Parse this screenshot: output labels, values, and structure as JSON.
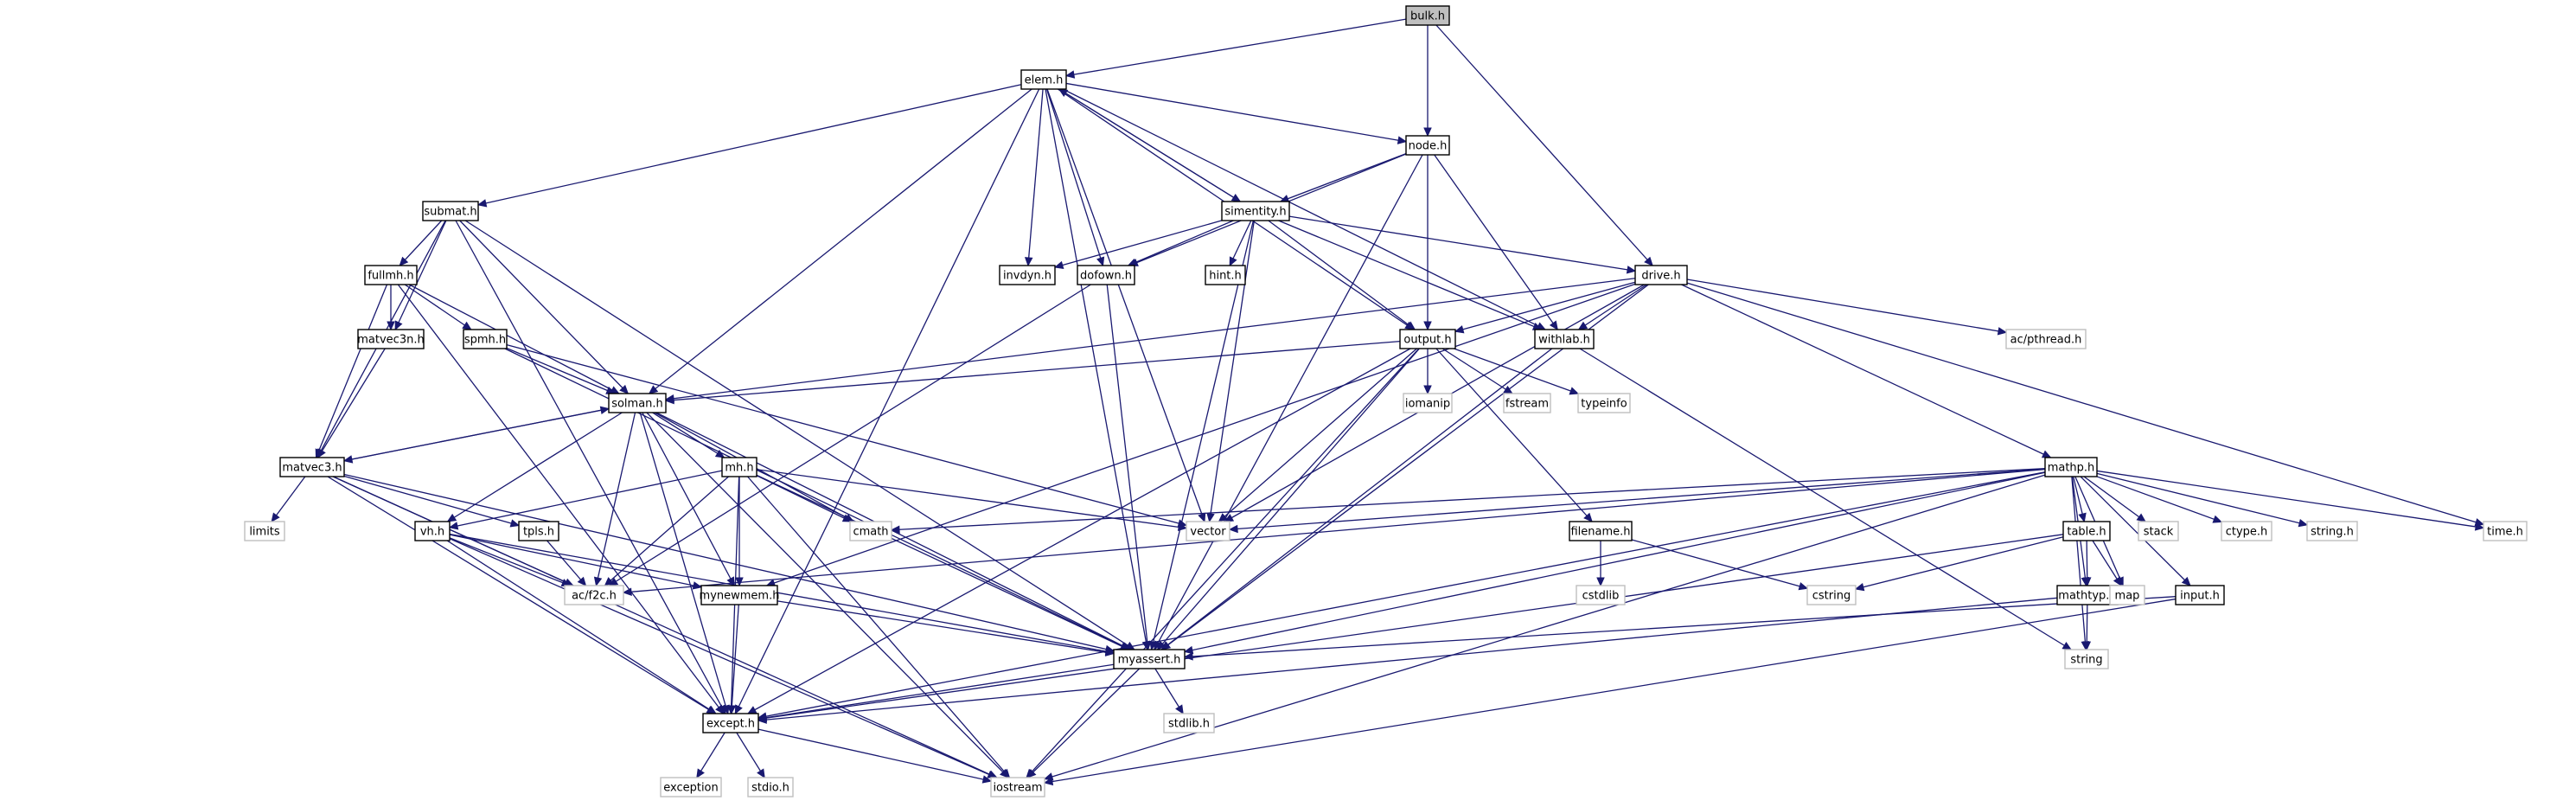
{
  "diagram": {
    "nodes": [
      {
        "id": "bulk_h",
        "label": "bulk.h",
        "kind": "root"
      },
      {
        "id": "elem_h",
        "label": "elem.h",
        "kind": "local"
      },
      {
        "id": "node_h",
        "label": "node.h",
        "kind": "local"
      },
      {
        "id": "drive_h",
        "label": "drive.h",
        "kind": "local"
      },
      {
        "id": "submat_h",
        "label": "submat.h",
        "kind": "local"
      },
      {
        "id": "simentity_h",
        "label": "simentity.h",
        "kind": "local"
      },
      {
        "id": "fullmh_h",
        "label": "fullmh.h",
        "kind": "local"
      },
      {
        "id": "invdyn_h",
        "label": "invdyn.h",
        "kind": "local"
      },
      {
        "id": "dofown_h",
        "label": "dofown.h",
        "kind": "local"
      },
      {
        "id": "hint_h",
        "label": "hint.h",
        "kind": "local"
      },
      {
        "id": "matvec3n_h",
        "label": "matvec3n.h",
        "kind": "local"
      },
      {
        "id": "spmh_h",
        "label": "spmh.h",
        "kind": "local"
      },
      {
        "id": "output_h",
        "label": "output.h",
        "kind": "local"
      },
      {
        "id": "withlab_h",
        "label": "withlab.h",
        "kind": "local"
      },
      {
        "id": "ac_pthread_h",
        "label": "ac/pthread.h",
        "kind": "sys"
      },
      {
        "id": "solman_h",
        "label": "solman.h",
        "kind": "local"
      },
      {
        "id": "iomanip",
        "label": "iomanip",
        "kind": "sys"
      },
      {
        "id": "fstream",
        "label": "fstream",
        "kind": "sys"
      },
      {
        "id": "typeinfo",
        "label": "typeinfo",
        "kind": "sys"
      },
      {
        "id": "matvec3_h",
        "label": "matvec3.h",
        "kind": "local"
      },
      {
        "id": "mh_h",
        "label": "mh.h",
        "kind": "local"
      },
      {
        "id": "mathp_h",
        "label": "mathp.h",
        "kind": "local"
      },
      {
        "id": "limits",
        "label": "limits",
        "kind": "sys"
      },
      {
        "id": "vh_h",
        "label": "vh.h",
        "kind": "local"
      },
      {
        "id": "tpls_h",
        "label": "tpls.h",
        "kind": "local"
      },
      {
        "id": "cmath",
        "label": "cmath",
        "kind": "sys"
      },
      {
        "id": "vector",
        "label": "vector",
        "kind": "sys"
      },
      {
        "id": "filename_h",
        "label": "filename.h",
        "kind": "local"
      },
      {
        "id": "table_h",
        "label": "table.h",
        "kind": "local"
      },
      {
        "id": "stack",
        "label": "stack",
        "kind": "sys"
      },
      {
        "id": "ctype_h",
        "label": "ctype.h",
        "kind": "sys"
      },
      {
        "id": "string_h",
        "label": "string.h",
        "kind": "sys"
      },
      {
        "id": "time_h",
        "label": "time.h",
        "kind": "sys"
      },
      {
        "id": "ac_f2c_h",
        "label": "ac/f2c.h",
        "kind": "sys"
      },
      {
        "id": "mynewmem_h",
        "label": "mynewmem.h",
        "kind": "local"
      },
      {
        "id": "cstdlib",
        "label": "cstdlib",
        "kind": "sys"
      },
      {
        "id": "cstring",
        "label": "cstring",
        "kind": "sys"
      },
      {
        "id": "mathtyp_h",
        "label": "mathtyp.h",
        "kind": "local"
      },
      {
        "id": "map",
        "label": "map",
        "kind": "sys"
      },
      {
        "id": "input_h",
        "label": "input.h",
        "kind": "local"
      },
      {
        "id": "myassert_h",
        "label": "myassert.h",
        "kind": "local"
      },
      {
        "id": "string",
        "label": "string",
        "kind": "sys"
      },
      {
        "id": "stdlib_h",
        "label": "stdlib.h",
        "kind": "sys"
      },
      {
        "id": "except_h",
        "label": "except.h",
        "kind": "local"
      },
      {
        "id": "exception",
        "label": "exception",
        "kind": "sys"
      },
      {
        "id": "stdio_h",
        "label": "stdio.h",
        "kind": "sys"
      },
      {
        "id": "iostream",
        "label": "iostream",
        "kind": "sys"
      }
    ],
    "edges": [
      [
        "bulk_h",
        "elem_h"
      ],
      [
        "bulk_h",
        "node_h"
      ],
      [
        "bulk_h",
        "drive_h"
      ],
      [
        "elem_h",
        "except_h"
      ],
      [
        "elem_h",
        "submat_h"
      ],
      [
        "elem_h",
        "solman_h"
      ],
      [
        "elem_h",
        "vector"
      ],
      [
        "elem_h",
        "output_h"
      ],
      [
        "elem_h",
        "invdyn_h"
      ],
      [
        "elem_h",
        "dofown_h"
      ],
      [
        "elem_h",
        "simentity_h"
      ],
      [
        "elem_h",
        "myassert_h"
      ],
      [
        "elem_h",
        "node_h"
      ],
      [
        "elem_h",
        "withlab_h"
      ],
      [
        "node_h",
        "dofown_h"
      ],
      [
        "node_h",
        "simentity_h"
      ],
      [
        "node_h",
        "output_h"
      ],
      [
        "node_h",
        "withlab_h"
      ],
      [
        "node_h",
        "myassert_h"
      ],
      [
        "simentity_h",
        "elem_h"
      ],
      [
        "simentity_h",
        "invdyn_h"
      ],
      [
        "simentity_h",
        "dofown_h"
      ],
      [
        "simentity_h",
        "hint_h"
      ],
      [
        "simentity_h",
        "vector"
      ],
      [
        "simentity_h",
        "myassert_h"
      ],
      [
        "simentity_h",
        "output_h"
      ],
      [
        "simentity_h",
        "withlab_h"
      ],
      [
        "simentity_h",
        "drive_h"
      ],
      [
        "drive_h",
        "output_h"
      ],
      [
        "drive_h",
        "withlab_h"
      ],
      [
        "drive_h",
        "ac_pthread_h"
      ],
      [
        "drive_h",
        "time_h"
      ],
      [
        "drive_h",
        "mathp_h"
      ],
      [
        "drive_h",
        "solman_h"
      ],
      [
        "drive_h",
        "vector"
      ],
      [
        "drive_h",
        "mynewmem_h"
      ],
      [
        "drive_h",
        "myassert_h"
      ],
      [
        "submat_h",
        "fullmh_h"
      ],
      [
        "submat_h",
        "matvec3n_h"
      ],
      [
        "submat_h",
        "matvec3_h"
      ],
      [
        "submat_h",
        "solman_h"
      ],
      [
        "submat_h",
        "except_h"
      ],
      [
        "submat_h",
        "myassert_h"
      ],
      [
        "fullmh_h",
        "matvec3n_h"
      ],
      [
        "fullmh_h",
        "spmh_h"
      ],
      [
        "fullmh_h",
        "solman_h"
      ],
      [
        "fullmh_h",
        "matvec3_h"
      ],
      [
        "fullmh_h",
        "except_h"
      ],
      [
        "matvec3n_h",
        "matvec3_h"
      ],
      [
        "spmh_h",
        "solman_h"
      ],
      [
        "spmh_h",
        "myassert_h"
      ],
      [
        "spmh_h",
        "vector"
      ],
      [
        "dofown_h",
        "ac_f2c_h"
      ],
      [
        "dofown_h",
        "myassert_h"
      ],
      [
        "withlab_h",
        "string"
      ],
      [
        "withlab_h",
        "myassert_h"
      ],
      [
        "output_h",
        "solman_h"
      ],
      [
        "output_h",
        "iomanip"
      ],
      [
        "output_h",
        "fstream"
      ],
      [
        "output_h",
        "typeinfo"
      ],
      [
        "output_h",
        "vector"
      ],
      [
        "output_h",
        "filename_h"
      ],
      [
        "output_h",
        "myassert_h"
      ],
      [
        "output_h",
        "except_h"
      ],
      [
        "output_h",
        "iostream"
      ],
      [
        "solman_h",
        "matvec3_h"
      ],
      [
        "solman_h",
        "mh_h"
      ],
      [
        "solman_h",
        "vh_h"
      ],
      [
        "solman_h",
        "ac_f2c_h"
      ],
      [
        "solman_h",
        "mynewmem_h"
      ],
      [
        "solman_h",
        "cmath"
      ],
      [
        "solman_h",
        "myassert_h"
      ],
      [
        "solman_h",
        "except_h"
      ],
      [
        "solman_h",
        "iostream"
      ],
      [
        "matvec3_h",
        "solman_h"
      ],
      [
        "matvec3_h",
        "limits"
      ],
      [
        "matvec3_h",
        "tpls_h"
      ],
      [
        "matvec3_h",
        "ac_f2c_h"
      ],
      [
        "matvec3_h",
        "myassert_h"
      ],
      [
        "matvec3_h",
        "except_h"
      ],
      [
        "matvec3_h",
        "iostream"
      ],
      [
        "mh_h",
        "vh_h"
      ],
      [
        "mh_h",
        "ac_f2c_h"
      ],
      [
        "mh_h",
        "mynewmem_h"
      ],
      [
        "mh_h",
        "cmath"
      ],
      [
        "mh_h",
        "vector"
      ],
      [
        "mh_h",
        "myassert_h"
      ],
      [
        "mh_h",
        "except_h"
      ],
      [
        "mh_h",
        "iostream"
      ],
      [
        "vh_h",
        "ac_f2c_h"
      ],
      [
        "vh_h",
        "mynewmem_h"
      ],
      [
        "vh_h",
        "myassert_h"
      ],
      [
        "vh_h",
        "except_h"
      ],
      [
        "vh_h",
        "iostream"
      ],
      [
        "tpls_h",
        "ac_f2c_h"
      ],
      [
        "mynewmem_h",
        "myassert_h"
      ],
      [
        "mynewmem_h",
        "except_h"
      ],
      [
        "filename_h",
        "cstdlib"
      ],
      [
        "filename_h",
        "cstring"
      ],
      [
        "mathp_h",
        "cmath"
      ],
      [
        "mathp_h",
        "vector"
      ],
      [
        "mathp_h",
        "ac_f2c_h"
      ],
      [
        "mathp_h",
        "table_h"
      ],
      [
        "mathp_h",
        "stack"
      ],
      [
        "mathp_h",
        "ctype_h"
      ],
      [
        "mathp_h",
        "string_h"
      ],
      [
        "mathp_h",
        "time_h"
      ],
      [
        "mathp_h",
        "map"
      ],
      [
        "mathp_h",
        "input_h"
      ],
      [
        "mathp_h",
        "mathtyp_h"
      ],
      [
        "mathp_h",
        "string"
      ],
      [
        "mathp_h",
        "myassert_h"
      ],
      [
        "mathp_h",
        "except_h"
      ],
      [
        "mathp_h",
        "iostream"
      ],
      [
        "table_h",
        "cstring"
      ],
      [
        "table_h",
        "mathtyp_h"
      ],
      [
        "table_h",
        "map"
      ],
      [
        "table_h",
        "except_h"
      ],
      [
        "mathtyp_h",
        "string"
      ],
      [
        "mathtyp_h",
        "except_h"
      ],
      [
        "input_h",
        "myassert_h"
      ],
      [
        "input_h",
        "iostream"
      ],
      [
        "myassert_h",
        "except_h"
      ],
      [
        "myassert_h",
        "stdlib_h"
      ],
      [
        "myassert_h",
        "iostream"
      ],
      [
        "except_h",
        "exception"
      ],
      [
        "except_h",
        "stdio_h"
      ],
      [
        "except_h",
        "iostream"
      ]
    ]
  }
}
